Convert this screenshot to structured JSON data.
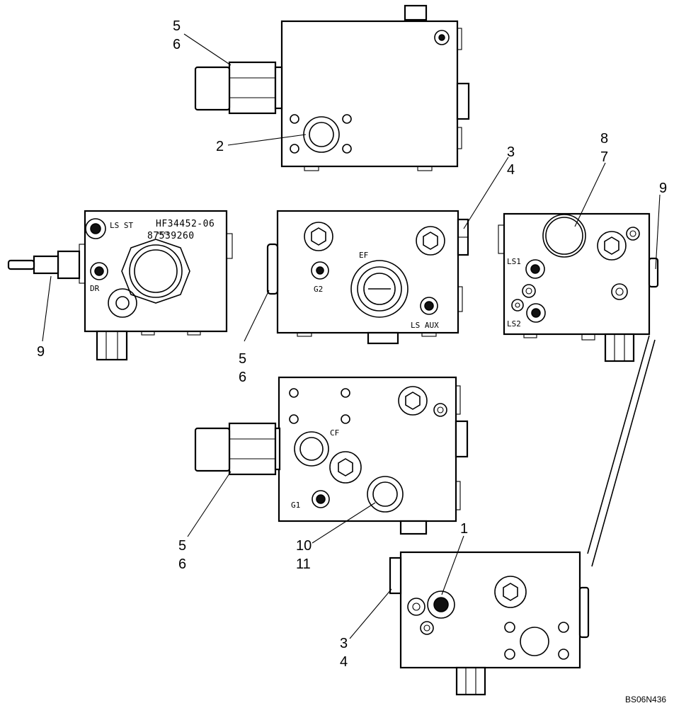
{
  "callouts": {
    "c5a": "5",
    "c6a": "6",
    "c2": "2",
    "c3a": "3",
    "c4a": "4",
    "c8": "8",
    "c7": "7",
    "c9a": "9",
    "c9b": "9",
    "c5b": "5",
    "c6b": "6",
    "c5c": "5",
    "c6c": "6",
    "c10": "10",
    "c11": "11",
    "c1": "1",
    "c3b": "3",
    "c4b": "4"
  },
  "port_labels": {
    "ls_st": "LS ST",
    "dr": "DR",
    "ef": "EF",
    "g2": "G2",
    "ls_aux": "LS AUX",
    "ls1": "LS1",
    "ls2": "LS2",
    "cf": "CF",
    "g1": "G1"
  },
  "stamp": {
    "part_no": "HF34452-06",
    "marks": "xxxx",
    "serial": "87539260"
  },
  "reference": "BS06N436"
}
